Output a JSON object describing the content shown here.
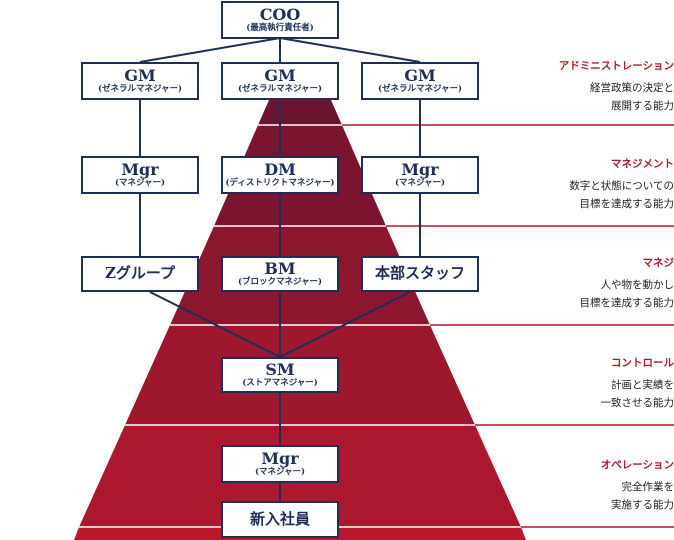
{
  "colors": {
    "navy": "#1e2d5a",
    "accent": "#b2182b",
    "band_1": "#6b1430",
    "band_2": "#7a142f",
    "band_3": "#8d162f",
    "band_4": "#9d172e",
    "band_5": "#ab182e",
    "band_6": "#ba192d"
  },
  "boxes": {
    "coo": {
      "title": "COO",
      "sub": "(最高執行責任者)"
    },
    "gm_left": {
      "title": "GM",
      "sub": "(ゼネラルマネジャー)"
    },
    "gm_center": {
      "title": "GM",
      "sub": "(ゼネラルマネジャー)"
    },
    "gm_right": {
      "title": "GM",
      "sub": "(ゼネラルマネジャー)"
    },
    "mgr_left": {
      "title": "Mgr",
      "sub": "(マネジャー)"
    },
    "dm": {
      "title": "DM",
      "sub": "(ディストリクトマネジャー)"
    },
    "mgr_right": {
      "title": "Mgr",
      "sub": "(マネジャー)"
    },
    "z_group": {
      "title": "Zグループ"
    },
    "bm": {
      "title": "BM",
      "sub": "(ブロックマネジャー)"
    },
    "honbu_staff": {
      "title": "本部スタッフ"
    },
    "sm": {
      "title": "SM",
      "sub": "(ストアマネジャー)"
    },
    "mgr_bottom": {
      "title": "Mgr",
      "sub": "(マネジャー)"
    },
    "new_employee": {
      "title": "新入社員"
    }
  },
  "levels": [
    {
      "heading": "アドミニストレーション",
      "line1": "経営政策の決定と",
      "line2": "展開する能力"
    },
    {
      "heading": "マネジメント",
      "line1": "数字と状態についての",
      "line2": "目標を達成する能力"
    },
    {
      "heading": "マネジ",
      "line1": "人や物を動かし",
      "line2": "目標を達成する能力"
    },
    {
      "heading": "コントロール",
      "line1": "計画と実績を",
      "line2": "一致させる能力"
    },
    {
      "heading": "オペレーション",
      "line1": "完全作業を",
      "line2": "実施する能力"
    }
  ]
}
